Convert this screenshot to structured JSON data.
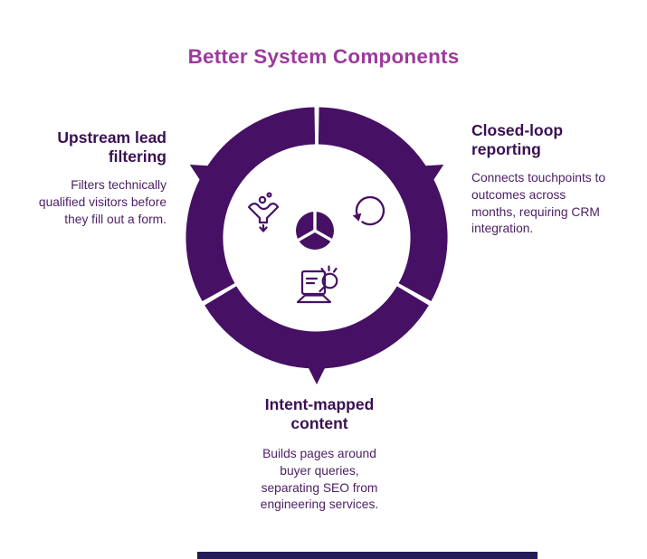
{
  "title": "Better System Components",
  "colors": {
    "title": "#9c3a9c",
    "heading": "#3a1053",
    "body": "#4e2166",
    "ring": "#461065",
    "icon": "#461065",
    "footer_bar": "#251b56",
    "background": "#ffffff"
  },
  "diagram": {
    "type": "cycle-diagram",
    "segment_count": 3,
    "center_icon": "pie-chart-icon",
    "segments": [
      {
        "position": "left",
        "icon": "funnel-filter-icon",
        "heading_lines": [
          "Upstream lead",
          "filtering"
        ],
        "body_lines": [
          "Filters technically",
          "qualified visitors before",
          "they fill out a form."
        ]
      },
      {
        "position": "right",
        "icon": "loop-arrow-icon",
        "heading_lines": [
          "Closed-loop",
          "reporting"
        ],
        "body_lines": [
          "Connects touchpoints to",
          "outcomes across",
          "months, requiring CRM",
          "integration."
        ]
      },
      {
        "position": "bottom",
        "icon": "laptop-search-icon",
        "heading_lines": [
          "Intent-mapped",
          "content"
        ],
        "body_lines": [
          "Builds pages around",
          "buyer queries,",
          "separating SEO from",
          "engineering services."
        ]
      }
    ]
  }
}
